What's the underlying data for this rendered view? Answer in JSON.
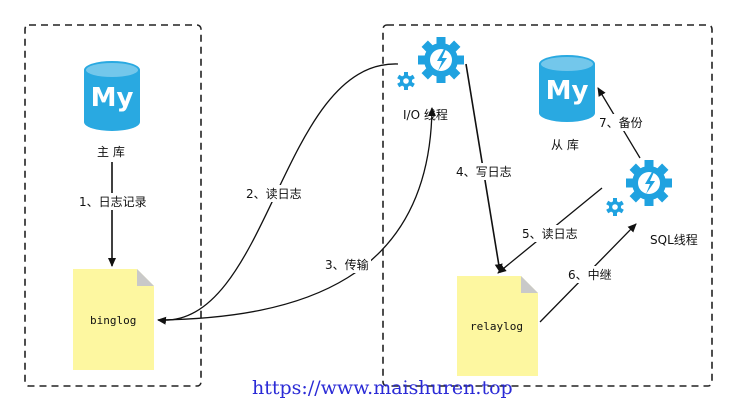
{
  "nodes": {
    "master_label": "主 库",
    "slave_label": "从 库",
    "db_logo_text": "My",
    "io_thread_label": "I/O 线程",
    "sql_thread_label": "SQL线程",
    "binlog_label": "binglog",
    "relaylog_label": "relaylog"
  },
  "steps": {
    "s1": "1、日志记录",
    "s2": "2、读日志",
    "s3": "3、传输",
    "s4": "4、写日志",
    "s5": "5、读日志",
    "s6": "6、中继",
    "s7": "7、备份"
  },
  "watermark": "https://www.maishuren.top",
  "colors": {
    "db_blue": "#29a9e1",
    "gear_blue": "#1fa2e0",
    "doc_yellow": "#fdf7a0",
    "doc_fold": "#c9c9c9",
    "watermark": "#2b2bd6"
  },
  "icons": {
    "database": "database-icon",
    "gear": "gear-lightning-icon",
    "document": "document-icon"
  }
}
